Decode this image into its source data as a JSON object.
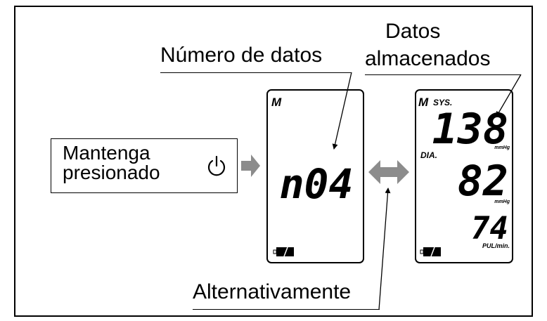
{
  "labels": {
    "numero_de_datos": "Número de datos",
    "datos_line1": "Datos",
    "datos_line2": "almacenados",
    "mantenga_line1": "Mantenga",
    "mantenga_line2": "presionado",
    "alternativamente": "Alternativamente"
  },
  "display_left": {
    "memory_mark": "M",
    "reading": "n04"
  },
  "display_right": {
    "memory_mark": "M",
    "sys_label": "SYS.",
    "sys_value": "138",
    "sys_unit": "mmHg",
    "dia_label": "DIA.",
    "dia_value": "82",
    "dia_unit": "mmHg",
    "pulse_value": "74",
    "pulse_unit": "PUL/min."
  },
  "icons": {
    "power": "power-icon",
    "arrow_right": "arrow-right-icon",
    "double_arrow": "double-arrow-icon",
    "battery": "battery-icon"
  },
  "colors": {
    "arrow_gray": "#8c8c8c",
    "ink": "#000000"
  }
}
